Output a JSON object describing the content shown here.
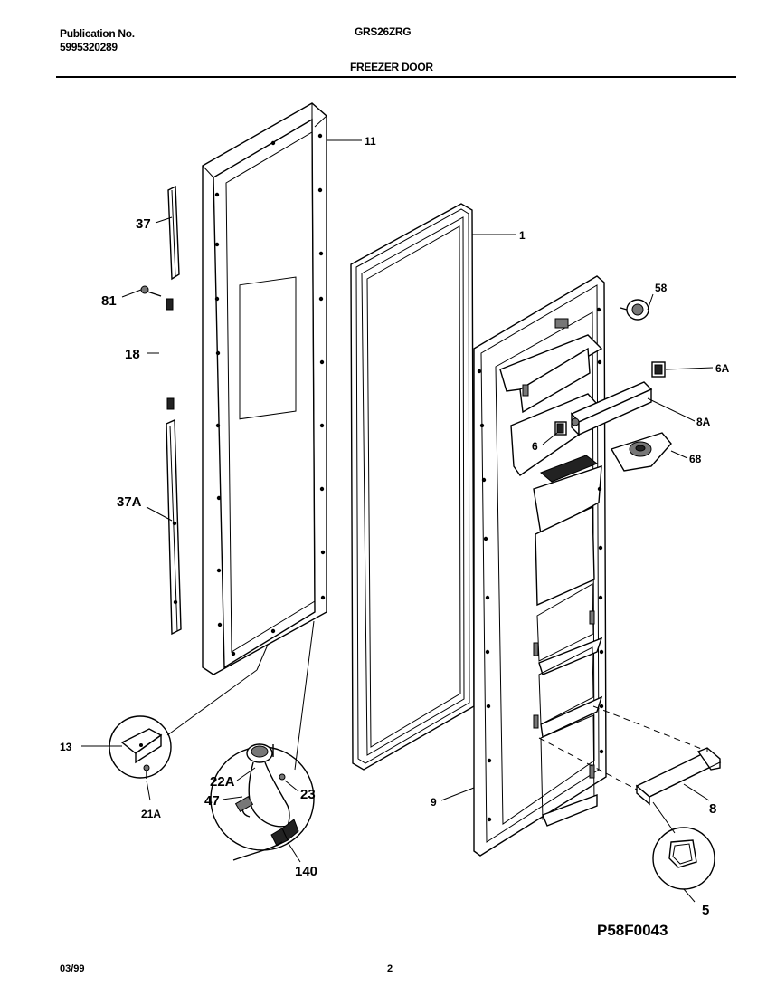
{
  "header": {
    "publication_label": "Publication No.",
    "publication_number": "5995320289",
    "model": "GRS26ZRG",
    "section_title": "FREEZER DOOR"
  },
  "callouts": {
    "c11": "11",
    "c1": "1",
    "c37": "37",
    "c81": "81",
    "c18": "18",
    "c37A": "37A",
    "c58": "58",
    "c6A": "6A",
    "c8A": "8A",
    "c6": "6",
    "c68": "68",
    "c13": "13",
    "c21A": "21A",
    "c22A": "22A",
    "c47": "47",
    "c23": "23",
    "c140": "140",
    "c9": "9",
    "c8": "8",
    "c5": "5"
  },
  "diagram_code": "P58F0043",
  "footer": {
    "date": "03/99",
    "page": "2"
  }
}
